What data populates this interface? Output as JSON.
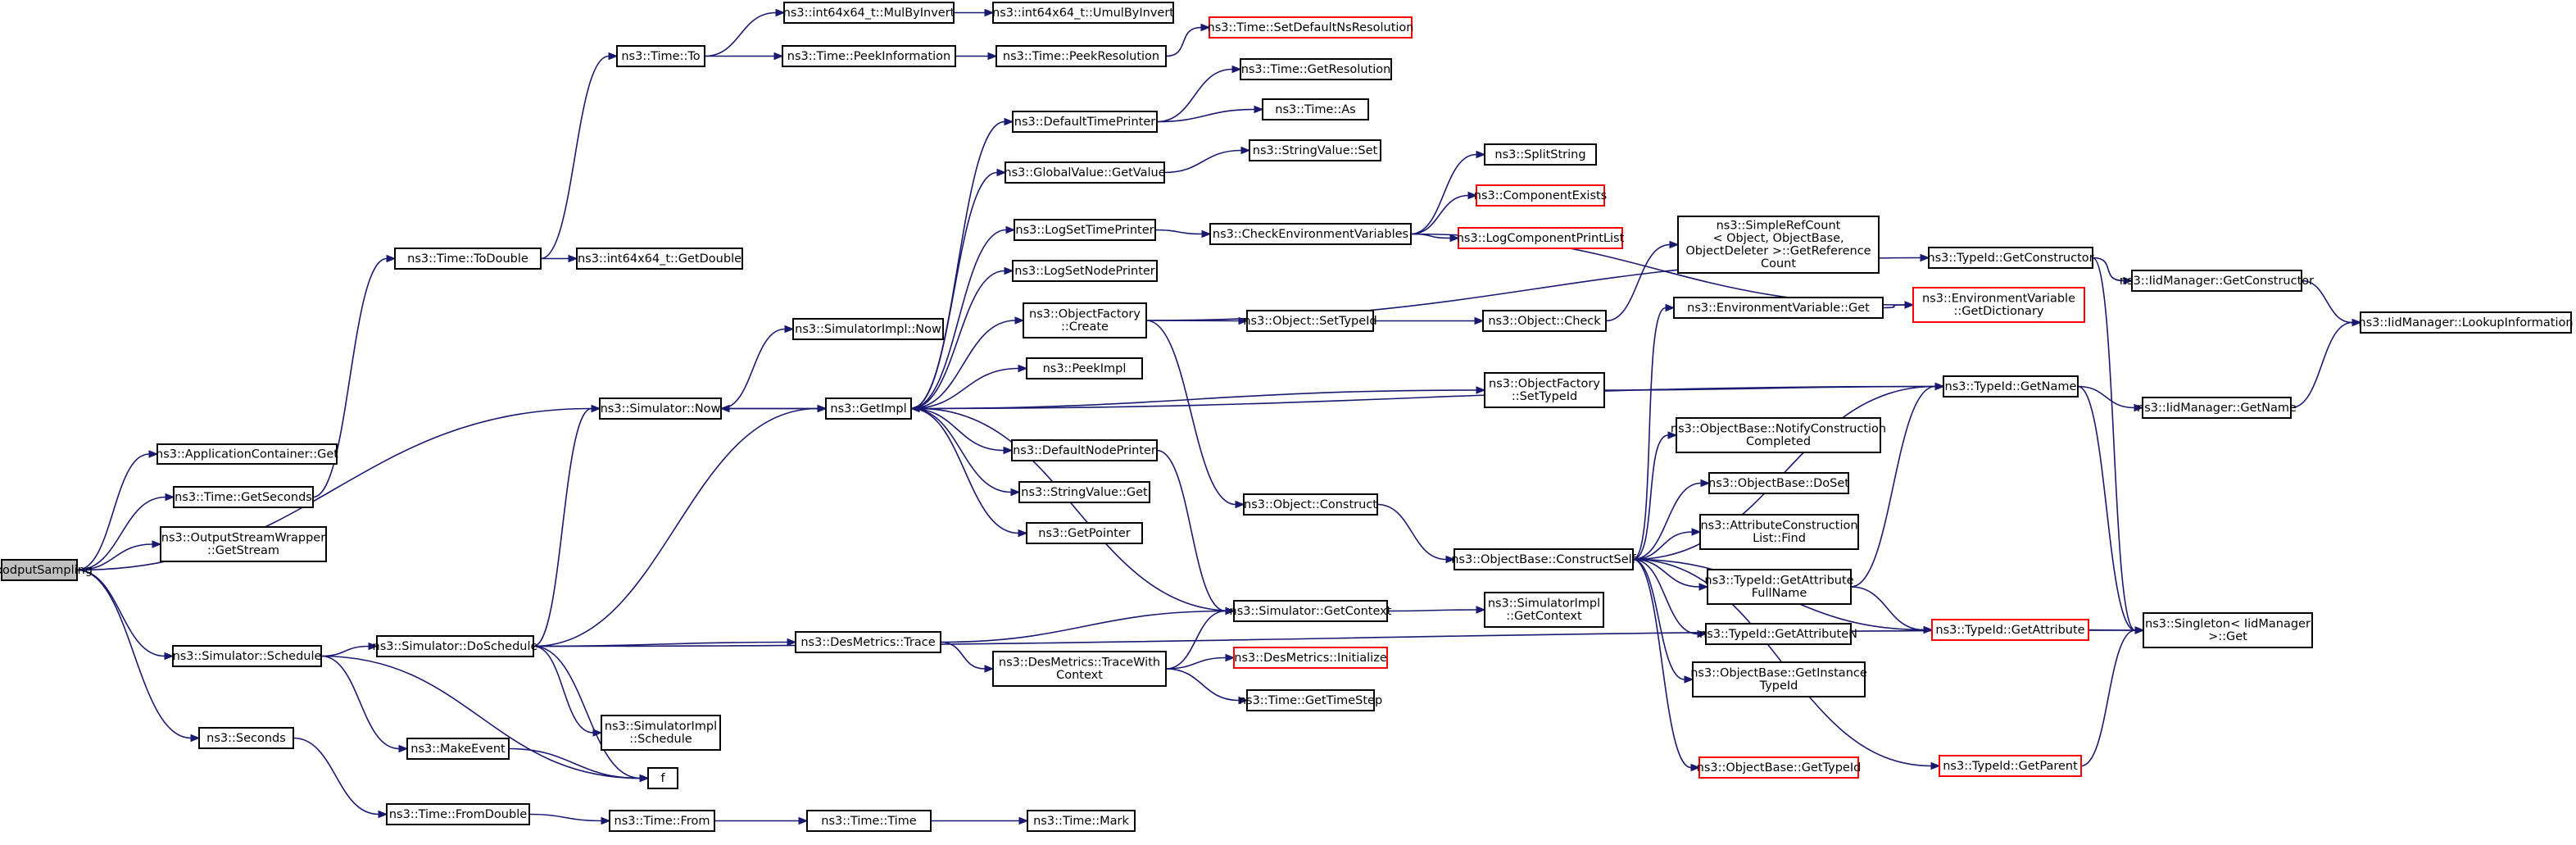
{
  "colors": {
    "edge": "#191970",
    "root_fill": "#bfbfbf",
    "truncated_border": "#ff0000",
    "node_border": "#000000"
  },
  "nodes": [
    {
      "id": "goodput",
      "lines": [
        "GoodputSampling"
      ],
      "root": true
    },
    {
      "id": "appget",
      "lines": [
        "ns3::ApplicationContainer::Get"
      ]
    },
    {
      "id": "getseconds",
      "lines": [
        "ns3::Time::GetSeconds"
      ]
    },
    {
      "id": "osw",
      "lines": [
        "ns3::OutputStreamWrapper",
        "::GetStream"
      ]
    },
    {
      "id": "simschedule",
      "lines": [
        "ns3::Simulator::Schedule"
      ]
    },
    {
      "id": "seconds",
      "lines": [
        "ns3::Seconds"
      ]
    },
    {
      "id": "todouble",
      "lines": [
        "ns3::Time::ToDouble"
      ]
    },
    {
      "id": "timeto",
      "lines": [
        "ns3::Time::To"
      ]
    },
    {
      "id": "i64getdouble",
      "lines": [
        "ns3::int64x64_t::GetDouble"
      ]
    },
    {
      "id": "mulbyinvert",
      "lines": [
        "ns3::int64x64_t::MulByInvert"
      ]
    },
    {
      "id": "umulbyinvert",
      "lines": [
        "ns3::int64x64_t::UmulByInvert"
      ]
    },
    {
      "id": "peekinfo",
      "lines": [
        "ns3::Time::PeekInformation"
      ]
    },
    {
      "id": "peekres",
      "lines": [
        "ns3::Time::PeekResolution"
      ]
    },
    {
      "id": "setdefns",
      "lines": [
        "ns3::Time::SetDefaultNsResolution"
      ],
      "red": true
    },
    {
      "id": "simnow",
      "lines": [
        "ns3::Simulator::Now"
      ]
    },
    {
      "id": "simimplnow",
      "lines": [
        "ns3::SimulatorImpl::Now"
      ]
    },
    {
      "id": "dosched",
      "lines": [
        "ns3::Simulator::DoSchedule"
      ]
    },
    {
      "id": "makeevent",
      "lines": [
        "ns3::MakeEvent"
      ]
    },
    {
      "id": "f",
      "lines": [
        "f"
      ]
    },
    {
      "id": "fromdouble",
      "lines": [
        "ns3::Time::FromDouble"
      ]
    },
    {
      "id": "timefrom",
      "lines": [
        "ns3::Time::From"
      ]
    },
    {
      "id": "timetime",
      "lines": [
        "ns3::Time::Time"
      ]
    },
    {
      "id": "timemark",
      "lines": [
        "ns3::Time::Mark"
      ]
    },
    {
      "id": "getimpl",
      "lines": [
        "ns3::GetImpl"
      ]
    },
    {
      "id": "destrace",
      "lines": [
        "ns3::DesMetrics::Trace"
      ]
    },
    {
      "id": "destracewc",
      "lines": [
        "ns3::DesMetrics::TraceWith",
        "Context"
      ]
    },
    {
      "id": "simimplsched",
      "lines": [
        "ns3::SimulatorImpl",
        "::Schedule"
      ]
    },
    {
      "id": "deftimeprinter",
      "lines": [
        "ns3::DefaultTimePrinter"
      ]
    },
    {
      "id": "gvgetvalue",
      "lines": [
        "ns3::GlobalValue::GetValue"
      ]
    },
    {
      "id": "logsettime",
      "lines": [
        "ns3::LogSetTimePrinter"
      ]
    },
    {
      "id": "logsetnode",
      "lines": [
        "ns3::LogSetNodePrinter"
      ]
    },
    {
      "id": "ofcreate",
      "lines": [
        "ns3::ObjectFactory",
        "::Create"
      ]
    },
    {
      "id": "peekimpl",
      "lines": [
        "ns3::PeekImpl"
      ]
    },
    {
      "id": "defnodeprinter",
      "lines": [
        "ns3::DefaultNodePrinter"
      ]
    },
    {
      "id": "svget",
      "lines": [
        "ns3::StringValue::Get"
      ]
    },
    {
      "id": "getpointer",
      "lines": [
        "ns3::GetPointer"
      ]
    },
    {
      "id": "getresolution",
      "lines": [
        "ns3::Time::GetResolution"
      ]
    },
    {
      "id": "timeas",
      "lines": [
        "ns3::Time::As"
      ]
    },
    {
      "id": "svset",
      "lines": [
        "ns3::StringValue::Set"
      ]
    },
    {
      "id": "checkenv",
      "lines": [
        "ns3::CheckEnvironmentVariables"
      ]
    },
    {
      "id": "objsettypeid",
      "lines": [
        "ns3::Object::SetTypeId"
      ]
    },
    {
      "id": "objconstruct",
      "lines": [
        "ns3::Object::Construct"
      ]
    },
    {
      "id": "simgetctx",
      "lines": [
        "ns3::Simulator::GetContext"
      ]
    },
    {
      "id": "desinit",
      "lines": [
        "ns3::DesMetrics::Initialize"
      ],
      "red": true
    },
    {
      "id": "gettimestep",
      "lines": [
        "ns3::Time::GetTimeStep"
      ]
    },
    {
      "id": "splitstring",
      "lines": [
        "ns3::SplitString"
      ]
    },
    {
      "id": "compexists",
      "lines": [
        "ns3::ComponentExists"
      ],
      "red": true
    },
    {
      "id": "logcomplist",
      "lines": [
        "ns3::LogComponentPrintList"
      ],
      "red": true
    },
    {
      "id": "objcheck",
      "lines": [
        "ns3::Object::Check"
      ]
    },
    {
      "id": "ofsettypeid",
      "lines": [
        "ns3::ObjectFactory",
        "::SetTypeId"
      ]
    },
    {
      "id": "obconstructself",
      "lines": [
        "ns3::ObjectBase::ConstructSelf"
      ]
    },
    {
      "id": "simimplgetctx",
      "lines": [
        "ns3::SimulatorImpl",
        "::GetContext"
      ]
    },
    {
      "id": "simplerefcount",
      "lines": [
        "ns3::SimpleRefCount",
        "< Object, ObjectBase,",
        "ObjectDeleter >::GetReference",
        "Count"
      ]
    },
    {
      "id": "envget",
      "lines": [
        "ns3::EnvironmentVariable::Get"
      ]
    },
    {
      "id": "envgetdict",
      "lines": [
        "ns3::EnvironmentVariable",
        "::GetDictionary"
      ],
      "red": true
    },
    {
      "id": "tidgetconstructor",
      "lines": [
        "ns3::TypeId::GetConstructor"
      ]
    },
    {
      "id": "tidgetname",
      "lines": [
        "ns3::TypeId::GetName"
      ]
    },
    {
      "id": "obnotify",
      "lines": [
        "ns3::ObjectBase::NotifyConstruction",
        "Completed"
      ]
    },
    {
      "id": "obdoset",
      "lines": [
        "ns3::ObjectBase::DoSet"
      ]
    },
    {
      "id": "aclfind",
      "lines": [
        "ns3::AttributeConstruction",
        "List::Find"
      ]
    },
    {
      "id": "tidgetattrfull",
      "lines": [
        "ns3::TypeId::GetAttribute",
        "FullName"
      ]
    },
    {
      "id": "tidgetattrn",
      "lines": [
        "ns3::TypeId::GetAttributeN"
      ]
    },
    {
      "id": "obgetinst",
      "lines": [
        "ns3::ObjectBase::GetInstance",
        "TypeId"
      ]
    },
    {
      "id": "obgettypeid",
      "lines": [
        "ns3::ObjectBase::GetTypeId"
      ],
      "red": true
    },
    {
      "id": "tidgetattr",
      "lines": [
        "ns3::TypeId::GetAttribute"
      ],
      "red": true
    },
    {
      "id": "tidgetparent",
      "lines": [
        "ns3::TypeId::GetParent"
      ],
      "red": true
    },
    {
      "id": "iidgetconstructor",
      "lines": [
        "ns3::IidManager::GetConstructor"
      ]
    },
    {
      "id": "iidgetname",
      "lines": [
        "ns3::IidManager::GetName"
      ]
    },
    {
      "id": "iidlookup",
      "lines": [
        "ns3::IidManager::LookupInformation"
      ]
    },
    {
      "id": "singleton",
      "lines": [
        "ns3::Singleton< IidManager",
        "  >::Get"
      ]
    }
  ]
}
